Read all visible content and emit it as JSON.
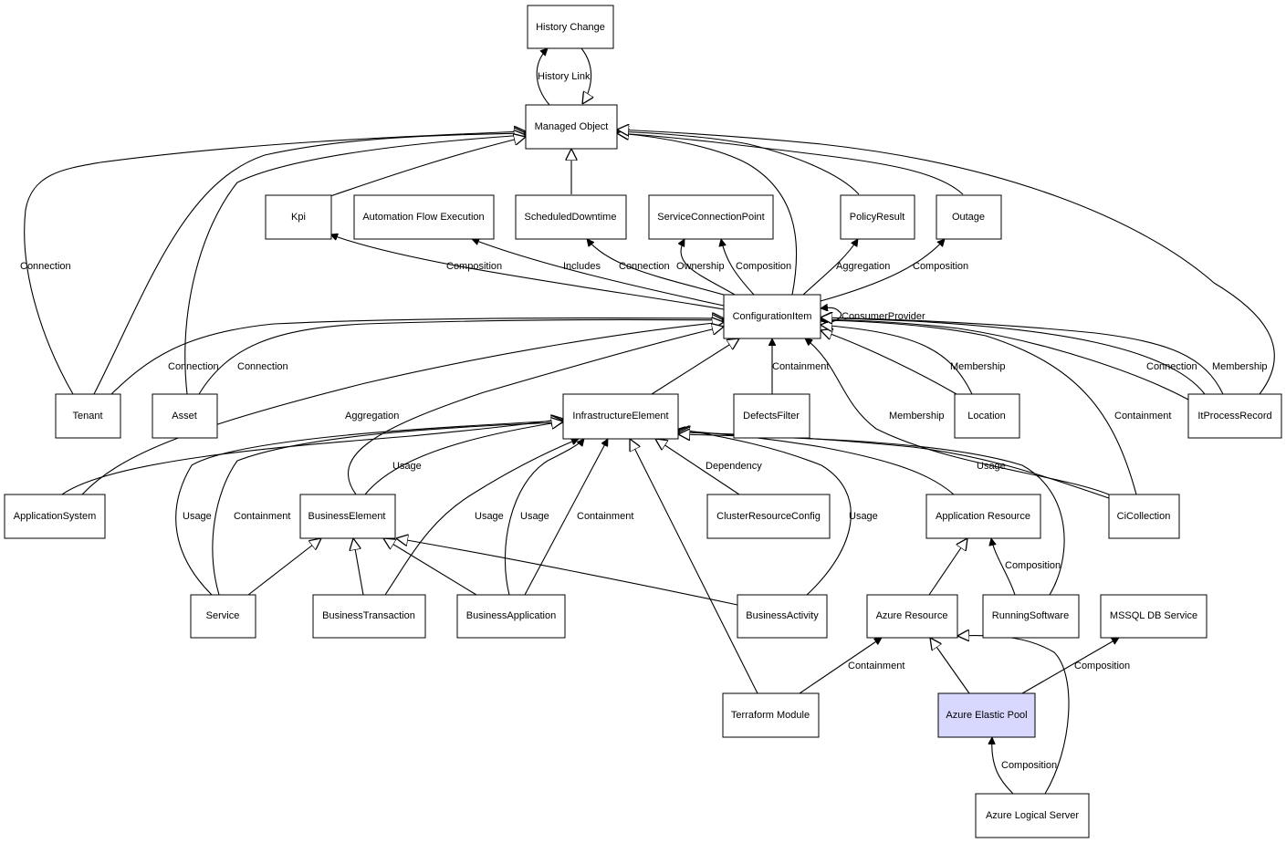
{
  "colors": {
    "node_fill": "#ffffff",
    "highlight_fill": "#d8d8ff",
    "stroke": "#000000"
  },
  "nodes": {
    "history_change": "History Change",
    "managed_object": "Managed Object",
    "kpi": "Kpi",
    "automation_flow_execution": "Automation Flow Execution",
    "scheduled_downtime": "ScheduledDowntime",
    "service_connection_point": "ServiceConnectionPoint",
    "policy_result": "PolicyResult",
    "outage": "Outage",
    "configuration_item": "ConfigurationItem",
    "tenant": "Tenant",
    "asset": "Asset",
    "infrastructure_element": "InfrastructureElement",
    "defects_filter": "DefectsFilter",
    "location": "Location",
    "it_process_record": "ItProcessRecord",
    "application_system": "ApplicationSystem",
    "business_element": "BusinessElement",
    "cluster_resource_config": "ClusterResourceConfig",
    "application_resource": "Application Resource",
    "ci_collection": "CiCollection",
    "service": "Service",
    "business_transaction": "BusinessTransaction",
    "business_application": "BusinessApplication",
    "business_activity": "BusinessActivity",
    "azure_resource": "Azure Resource",
    "running_software": "RunningSoftware",
    "mssql_db_service": "MSSQL DB Service",
    "terraform_module": "Terraform Module",
    "azure_elastic_pool": "Azure Elastic Pool",
    "azure_logical_server": "Azure Logical Server"
  },
  "edge_labels": {
    "history_link": "History Link",
    "tenant_connection_mo": "Connection",
    "ci_kpi_composition": "Composition",
    "ci_afe_includes": "Includes",
    "ci_sd_connection": "Connection",
    "ci_scp_ownership": "Ownership",
    "ci_scp_composition": "Composition",
    "ci_pr_aggregation": "Aggregation",
    "ci_outage_composition": "Composition",
    "ci_consumer_provider": "ConsumerProvider",
    "tenant_ci_connection": "Connection",
    "asset_ci_connection": "Connection",
    "defects_containment": "Containment",
    "location_membership": "Membership",
    "itpr_connection": "Connection",
    "itpr_membership": "Membership",
    "appsys_aggregation": "Aggregation",
    "cicoll_membership": "Membership",
    "cicoll_containment": "Containment",
    "be_ie_usage": "Usage",
    "crc_ie_dependency": "Dependency",
    "cicoll_ie_usage": "Usage",
    "service_ie_usage": "Usage",
    "service_ie_containment": "Containment",
    "bt_ie_usage": "Usage",
    "ba_ie_usage": "Usage",
    "ba_ie_containment": "Containment",
    "bact_ie_usage": "Usage",
    "rs_ar_composition": "Composition",
    "tm_azr_containment": "Containment",
    "aep_mssql_composition": "Composition",
    "als_aep_composition": "Composition"
  }
}
